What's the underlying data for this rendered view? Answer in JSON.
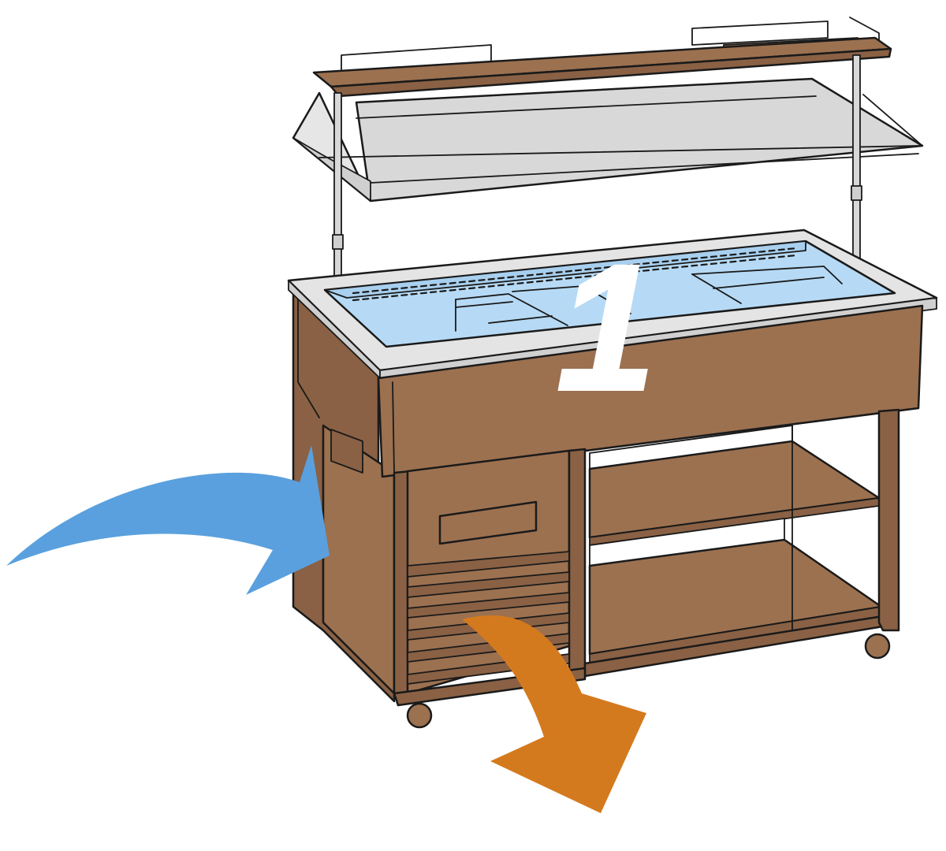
{
  "diagram": {
    "step_label": "1",
    "colors": {
      "wood": "#9c7150",
      "wood_dark": "#8a6144",
      "basin": "#b6daf5",
      "steel": "#e4e4e4",
      "glass": "#d8d8d8",
      "air_in": "#5aa0de",
      "air_out": "#d47a1e",
      "outline": "#1a1a1a",
      "label": "#ffffff"
    },
    "parts": {
      "sneeze_guard": "sneeze-guard",
      "basin": "refrigerated-well",
      "cabinet": "wood-cabinet",
      "shelves": "open-shelves",
      "grille": "louvered-grille",
      "casters": "casters"
    },
    "airflow": {
      "intake_direction": "in",
      "exhaust_direction": "out"
    }
  }
}
